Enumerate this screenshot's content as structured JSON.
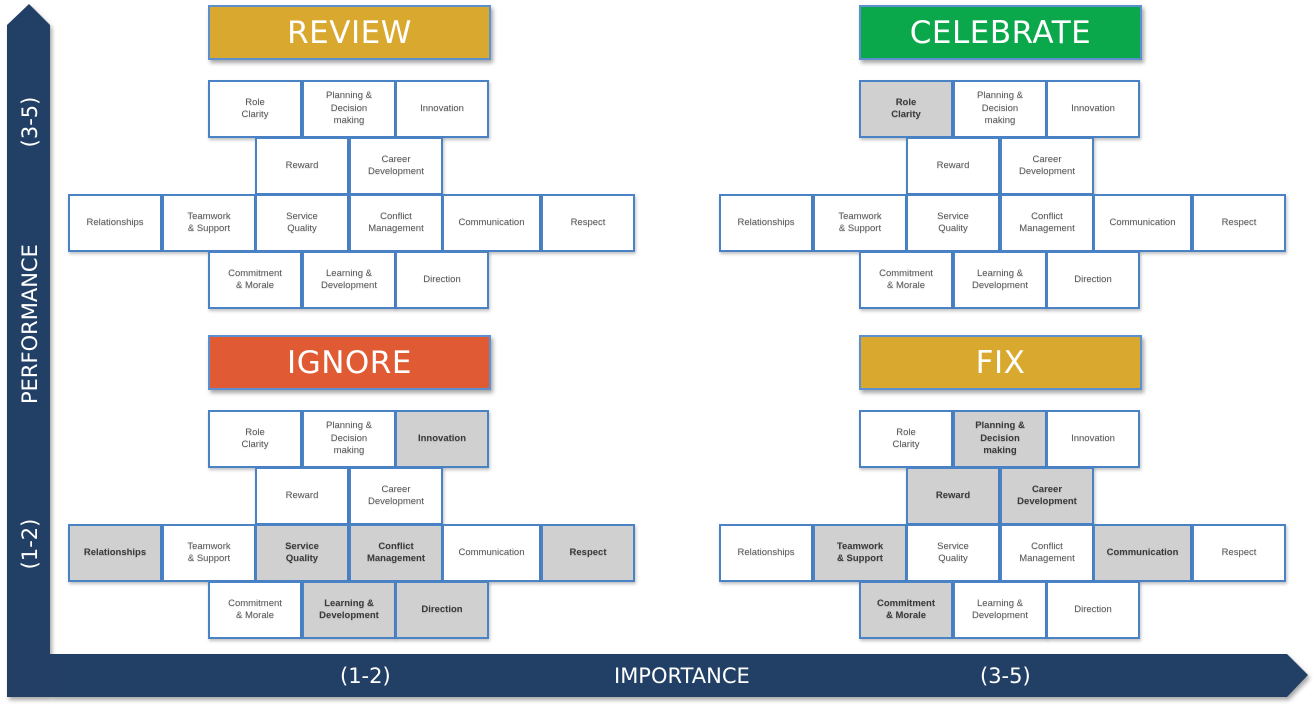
{
  "axes": {
    "vertical": {
      "title": "PERFORMANCE",
      "low_label": "(1-2)",
      "high_label": "(3-5)"
    },
    "horizontal": {
      "title": "IMPORTANCE",
      "low_label": "(1-2)",
      "high_label": "(3-5)"
    },
    "color": "#243f66"
  },
  "cell_labels": [
    "Role\nClarity",
    "Planning &\nDecision\nmaking",
    "Innovation",
    "Reward",
    "Career\nDevelopment",
    "Relationships",
    "Teamwork\n& Support",
    "Service\nQuality",
    "Conflict\nManagement",
    "Communication",
    "Respect",
    "Commitment\n& Morale",
    "Learning &\nDevelopment",
    "Direction"
  ],
  "quadrants": [
    {
      "id": "review",
      "title": "REVIEW",
      "color": "#d9a82e",
      "performance": "(3-5)",
      "importance": "(1-2)",
      "highlighted": []
    },
    {
      "id": "celebrate",
      "title": "CELEBRATE",
      "color": "#0aa84a",
      "performance": "(3-5)",
      "importance": "(3-5)",
      "highlighted": [
        "Role\nClarity"
      ]
    },
    {
      "id": "ignore",
      "title": "IGNORE",
      "color": "#e05b33",
      "performance": "(1-2)",
      "importance": "(1-2)",
      "highlighted": [
        "Innovation",
        "Relationships",
        "Service\nQuality",
        "Conflict\nManagement",
        "Respect",
        "Learning &\nDevelopment",
        "Direction"
      ]
    },
    {
      "id": "fix",
      "title": "FIX",
      "color": "#d9a82e",
      "performance": "(1-2)",
      "importance": "(3-5)",
      "highlighted": [
        "Planning &\nDecision\nmaking",
        "Reward",
        "Career\nDevelopment",
        "Teamwork\n& Support",
        "Communication",
        "Commitment\n& Morale"
      ]
    }
  ],
  "colors": {
    "cell_border": "#4a82c6",
    "cell_highlight": "#d0d0d0",
    "cell_default": "#ffffff"
  }
}
